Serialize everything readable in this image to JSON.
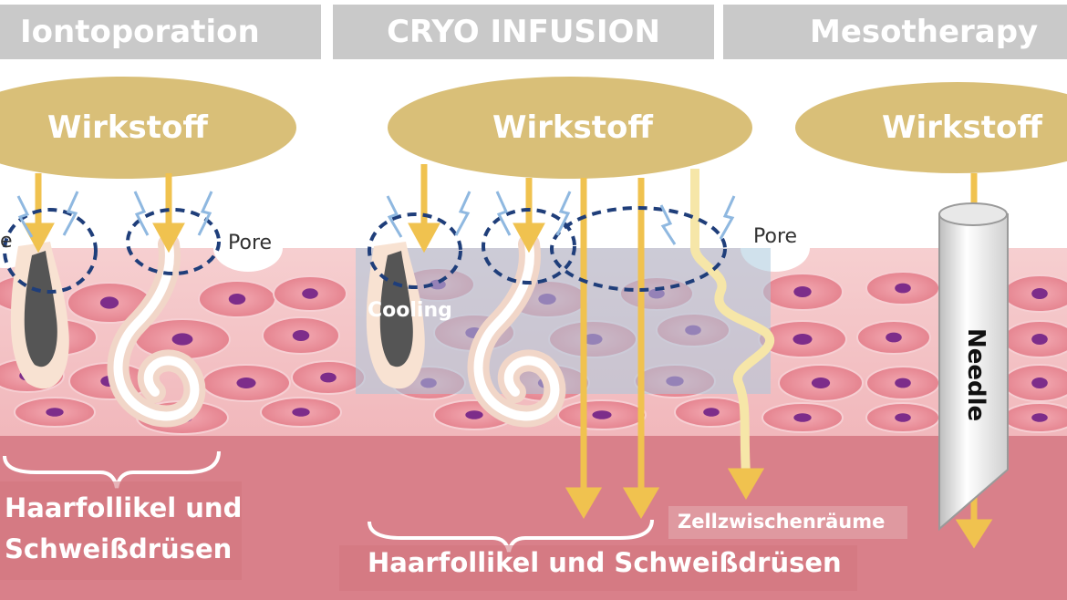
{
  "headers": {
    "iontoporation": "Iontoporation",
    "cryo": "CRYO INFUSION",
    "meso": "Mesotherapy"
  },
  "wirkstoff": {
    "left": "Wirkstoff",
    "middle": "Wirkstoff",
    "right": "Wirkstoff"
  },
  "pore_labels": {
    "left_cut": "e",
    "left": "Pore",
    "middle": "Pore"
  },
  "cooling": "Cooling",
  "needle": "Needle",
  "captions": {
    "left_line1": "Haarfollikel und",
    "left_line2": "Schweißdrüsen",
    "middle": "Haarfollikel und Schweißdrüsen",
    "zellzwischen": "Zellzwischenräume"
  },
  "colors": {
    "header_bg": "#c9c9c9",
    "wirkstoff": "#d9bf78",
    "arrow": "#f0c24f",
    "skin_top": "#f7d5d5",
    "dermis": "#d97d85",
    "cell": "#e48c96",
    "nucleus": "#7d2d8a",
    "dashed": "#1f3e7a",
    "spark": "#8fb8e0"
  }
}
